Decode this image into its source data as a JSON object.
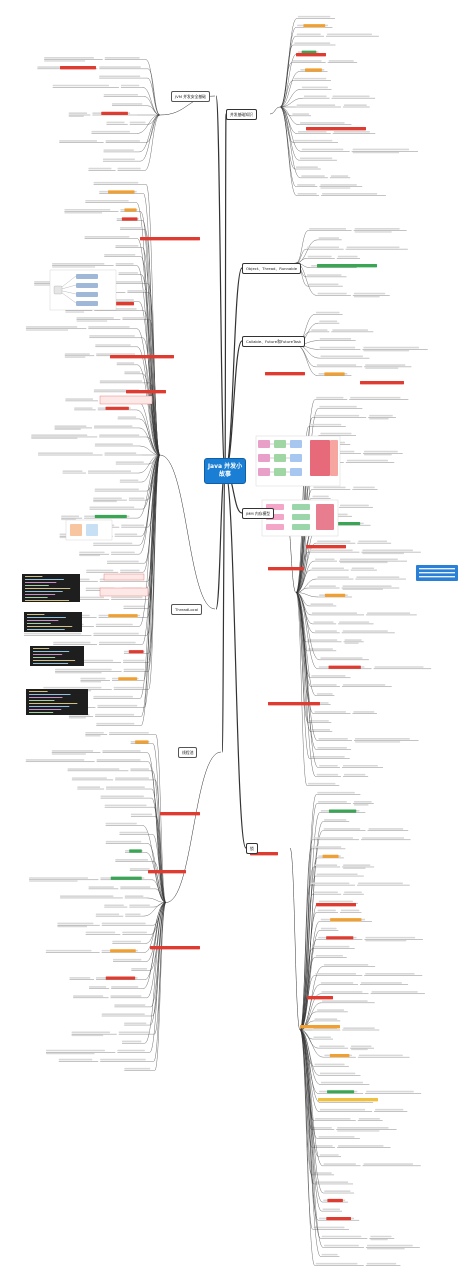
{
  "center": {
    "title": "Java 并发小故事"
  },
  "topics": {
    "r1": "并发基础知识",
    "r2": "Object、Thread、Runnable",
    "r3": "Callable、Future和FutureTask",
    "r4": "JMM 内存模型",
    "r5": "锁",
    "l1": "JVM 并发安全基础",
    "l2": "ThreadLocal",
    "l3": "线程池"
  },
  "colors": {
    "center": "#1a7fd4",
    "accent_red": "#e03b30",
    "accent_orange": "#f0a030",
    "accent_green": "#3aa655",
    "accent_blue": "#3b7fd0",
    "line": "#333333",
    "note_fill": "#fde8e8",
    "code_bg": "#1e1e1e"
  }
}
